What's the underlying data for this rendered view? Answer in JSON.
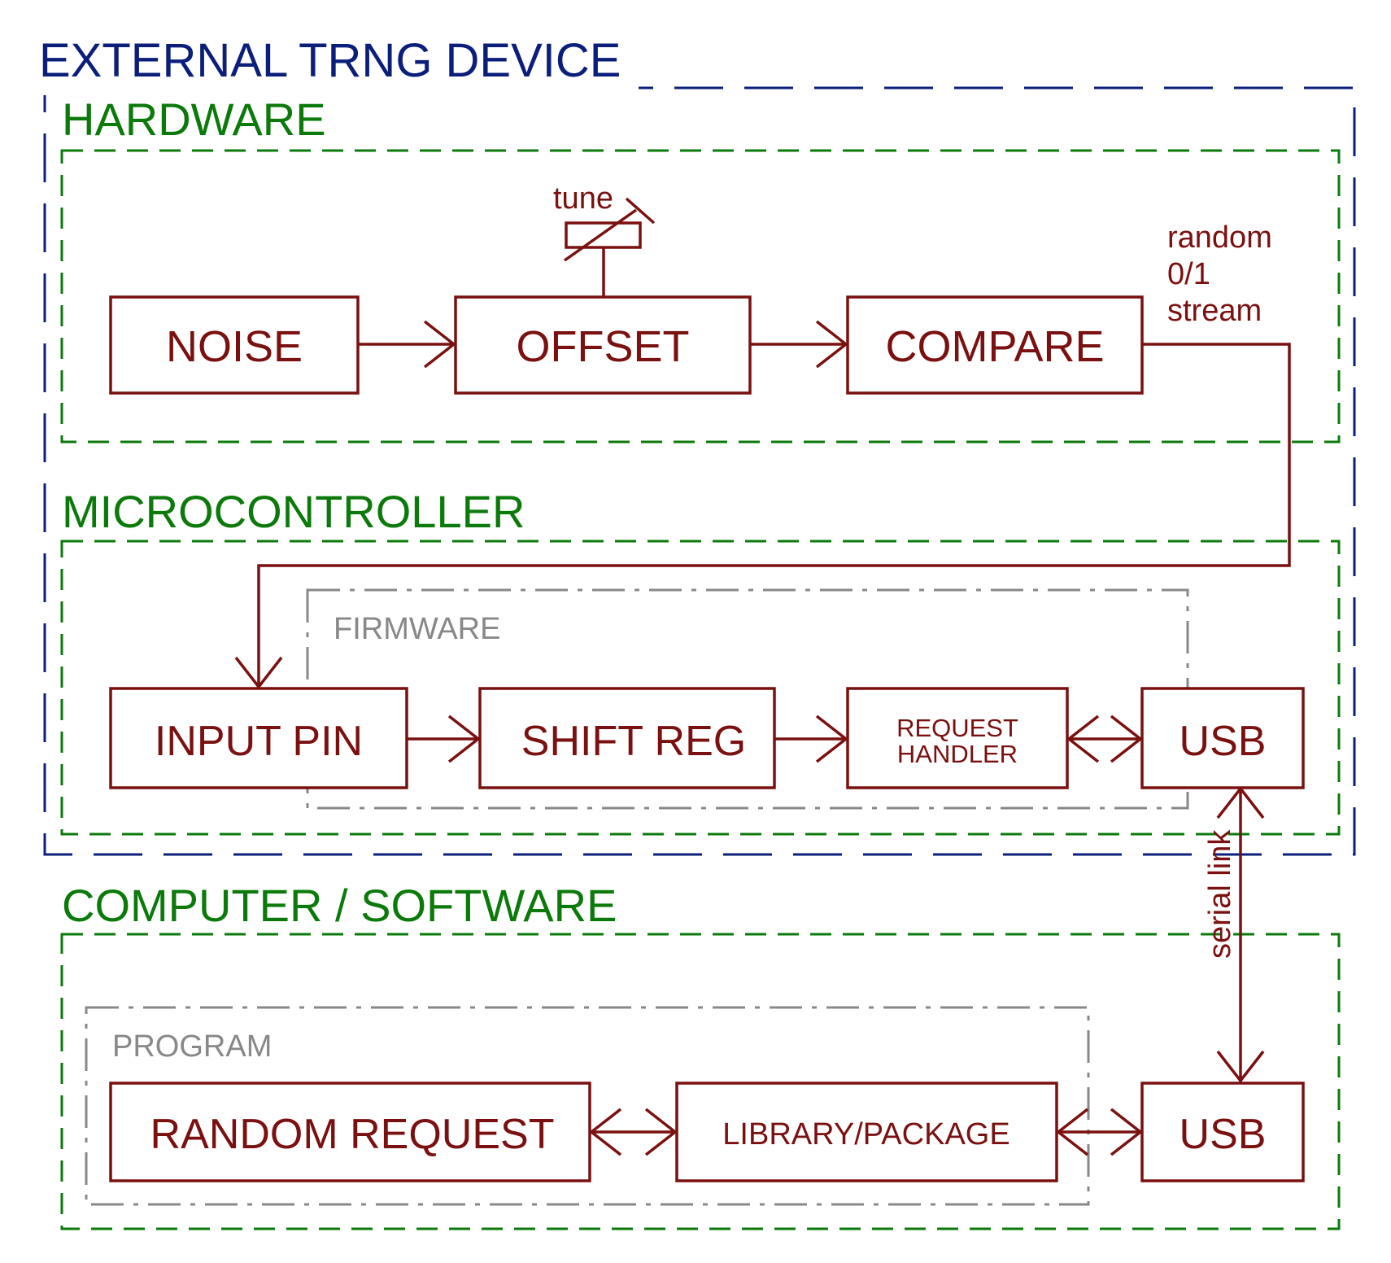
{
  "device": {
    "title": "EXTERNAL TRNG DEVICE"
  },
  "hardware": {
    "title": "HARDWARE",
    "noise": "NOISE",
    "offset": "OFFSET",
    "compare": "COMPARE",
    "tune": "tune",
    "stream_lines": [
      "random",
      "0/1",
      "stream"
    ]
  },
  "microcontroller": {
    "title": "MICROCONTROLLER",
    "firmware": "FIRMWARE",
    "input_pin": "INPUT PIN",
    "shift_reg": "SHIFT REG",
    "request_handler_lines": [
      "REQUEST",
      "HANDLER"
    ],
    "usb": "USB"
  },
  "link": {
    "serial": "serial link"
  },
  "computer": {
    "title": "COMPUTER / SOFTWARE",
    "program": "PROGRAM",
    "random_request": "RANDOM REQUEST",
    "library": "LIBRARY/PACKAGE",
    "usb": "USB"
  },
  "colors": {
    "device": "#0b1f7a",
    "section": "#0b7a0b",
    "subsection": "#888888",
    "block": "#7a1010"
  }
}
